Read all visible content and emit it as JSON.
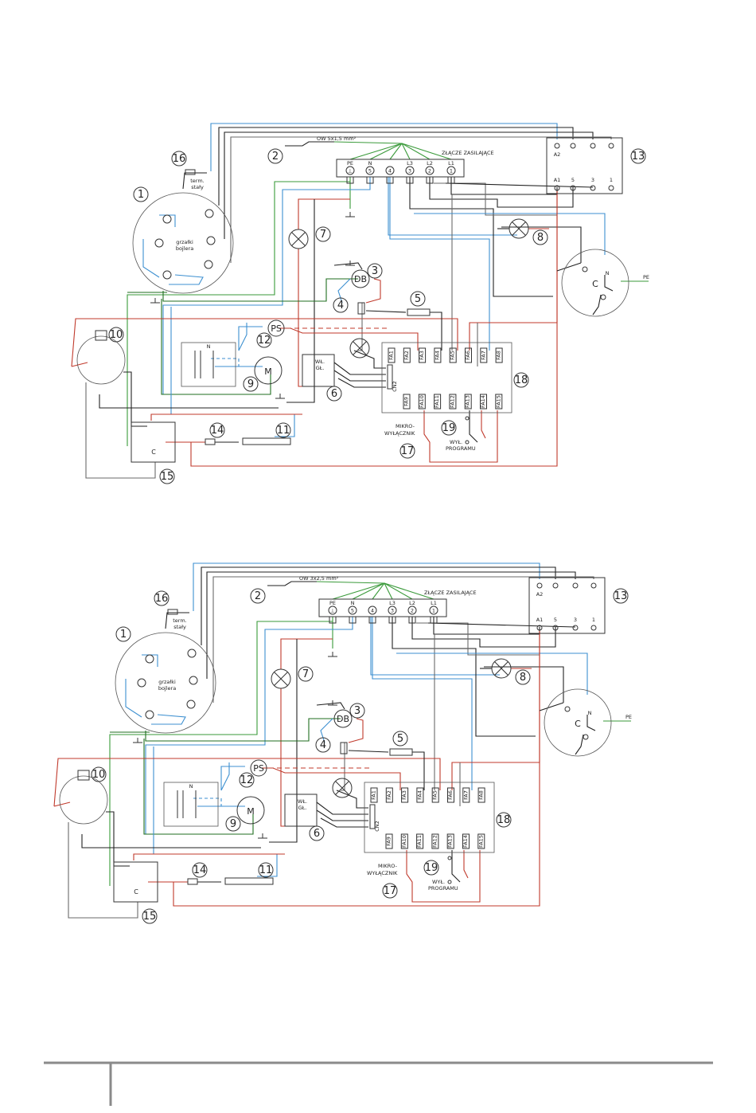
{
  "diagrams": [
    {
      "cable": "OW 5x1,5 mm²",
      "connector_title": "ZŁĄCZE ZASILAJĄCE",
      "terminals": [
        "PE",
        "N",
        "L3",
        "L2",
        "L1"
      ],
      "terminal_nums": [
        "⊥",
        "5",
        "4",
        "3",
        "2",
        "1"
      ],
      "heater_text_1": "grzałki",
      "heater_text_2": "bojlera",
      "term_text_1": "term.",
      "term_text_2": "stały",
      "relay_top": [
        "A2"
      ],
      "relay_bottom": [
        "A1",
        "5",
        "3",
        "1"
      ],
      "motor_letter": "M",
      "contactor_letter": "C",
      "pe_label": "PE",
      "n_label": "N",
      "db_label": "DB",
      "ps_label": "PS",
      "switch_label_1": "WŁ.",
      "switch_label_2": "GŁ.",
      "micro_1": "MIKRO-",
      "micro_2": "WYŁĄCZNIK",
      "prog_1": "WYŁ.",
      "prog_2": "PROGRAMU",
      "fa_top": [
        "FA1",
        "FA2",
        "FA3",
        "FA4",
        "FA5",
        "FA6",
        "FA7",
        "FA8"
      ],
      "fa_bottom": [
        "FA9",
        "FA10",
        "FA11",
        "FA12",
        "FA13",
        "FA14",
        "FA15"
      ],
      "cn2": "CN2",
      "callouts": [
        "1",
        "2",
        "3",
        "4",
        "5",
        "6",
        "7",
        "8",
        "9",
        "10",
        "11",
        "12",
        "13",
        "14",
        "15",
        "16",
        "17",
        "18",
        "19"
      ]
    },
    {
      "cable": "OW 3x2,5 mm²",
      "connector_title": "ZŁĄCZE ZASILAJĄCE",
      "terminals": [
        "PE",
        "N",
        "L3",
        "L2",
        "L1"
      ],
      "terminal_nums": [
        "⊥",
        "5",
        "4",
        "3",
        "2",
        "1"
      ],
      "heater_text_1": "grzałki",
      "heater_text_2": "bojlera",
      "term_text_1": "term.",
      "term_text_2": "stały",
      "relay_top": [
        "A2"
      ],
      "relay_bottom": [
        "A1",
        "5",
        "3",
        "1"
      ],
      "motor_letter": "M",
      "contactor_letter": "C",
      "pe_label": "PE",
      "n_label": "N",
      "db_label": "DB",
      "ps_label": "PS",
      "switch_label_1": "WŁ.",
      "switch_label_2": "GŁ.",
      "micro_1": "MIKRO-",
      "micro_2": "WYŁĄCZNIK",
      "prog_1": "WYŁ.",
      "prog_2": "PROGRAMU",
      "fa_top": [
        "FA1",
        "FA2",
        "FA3",
        "FA4",
        "FA5",
        "FA6",
        "FA7",
        "FA8"
      ],
      "fa_bottom": [
        "FA9",
        "FA10",
        "FA11",
        "FA12",
        "FA13",
        "FA14",
        "FA15"
      ],
      "cn2": "CN2",
      "callouts": [
        "1",
        "2",
        "3",
        "4",
        "5",
        "6",
        "7",
        "8",
        "9",
        "10",
        "11",
        "12",
        "13",
        "14",
        "15",
        "16",
        "17",
        "18",
        "19"
      ]
    }
  ],
  "colors": {
    "green": "#3a9a3a",
    "dark_green": "#1f6e1f",
    "blue": "#3c8fd0",
    "red": "#c0392b",
    "black": "#222222",
    "grey": "#6a6a6a",
    "footer_bar": "#8a8a8a"
  }
}
